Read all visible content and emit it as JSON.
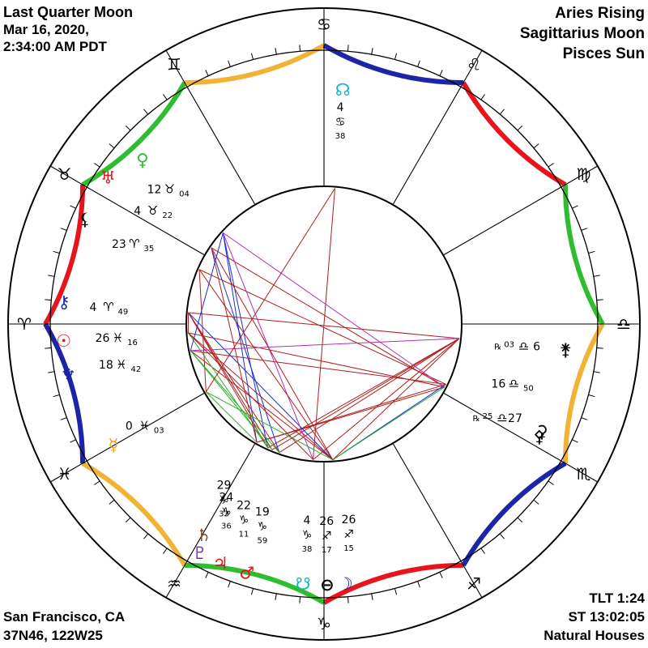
{
  "header": {
    "phase": "Last Quarter Moon",
    "date": "Mar 16, 2020,",
    "time": "2:34:00 AM PDT",
    "rising": "Aries Rising",
    "moon": "Sagittarius Moon",
    "sun": "Pisces Sun"
  },
  "footer": {
    "city": "San Francisco, CA",
    "coords": "37N46, 122W25",
    "tlt": "TLT 1:24",
    "st": "ST 13:02:05",
    "houses": "Natural Houses"
  },
  "colors": {
    "fire": "#e8141c",
    "earth": "#2ebd2e",
    "air": "#f2b233",
    "water": "#1c24a8",
    "aspect_hard": "#b01e1e",
    "aspect_soft_blue": "#1a2fd6",
    "aspect_soft_green": "#2ab02a",
    "aspect_minor": "#b030b0"
  },
  "signs": [
    {
      "name": "aries",
      "glyph": "♈",
      "element": "fire"
    },
    {
      "name": "taurus",
      "glyph": "♉",
      "element": "earth"
    },
    {
      "name": "gemini",
      "glyph": "♊",
      "element": "air"
    },
    {
      "name": "cancer",
      "glyph": "♋",
      "element": "water"
    },
    {
      "name": "leo",
      "glyph": "♌",
      "element": "fire"
    },
    {
      "name": "virgo",
      "glyph": "♍",
      "element": "earth"
    },
    {
      "name": "libra",
      "glyph": "♎",
      "element": "air"
    },
    {
      "name": "scorpio",
      "glyph": "♏",
      "element": "water"
    },
    {
      "name": "sagittarius",
      "glyph": "♐",
      "element": "fire"
    },
    {
      "name": "capricorn",
      "glyph": "♑",
      "element": "earth"
    },
    {
      "name": "aquarius",
      "glyph": "♒",
      "element": "air"
    },
    {
      "name": "pisces",
      "glyph": "♓",
      "element": "water"
    }
  ],
  "planets": [
    {
      "name": "pluto",
      "glyph": "♇",
      "color": "#7b2fb8",
      "lon": 294.4
    },
    {
      "name": "jupiter",
      "glyph": "♃",
      "color": "#e8141c",
      "lon": 292.4
    },
    {
      "name": "mars",
      "glyph": "♂",
      "color": "#e8141c",
      "lon": 289.2
    },
    {
      "name": "south-node",
      "glyph": "☋",
      "color": "#13b4c6",
      "lon": 274.6
    },
    {
      "name": "saturn",
      "glyph": "♄",
      "color": "#8a4a1a",
      "lon": 299.6
    },
    {
      "name": "part-of-fortune",
      "glyph": "⊖",
      "color": "#000000",
      "lon": 266.3
    },
    {
      "name": "moon",
      "glyph": "☽",
      "color": "#1c24a8",
      "lon": 266.3
    },
    {
      "name": "mercury",
      "glyph": "☿",
      "color": "#f2a21a",
      "lon": 330.1
    },
    {
      "name": "neptune",
      "glyph": "♆",
      "color": "#1c24a8",
      "lon": 348.7
    },
    {
      "name": "sun",
      "glyph": "☉",
      "color": "#e8141c",
      "lon": 356.3
    },
    {
      "name": "chiron",
      "glyph": "⚷",
      "color": "#1c24a8",
      "lon": 4.8
    },
    {
      "name": "venus",
      "glyph": "♀",
      "color": "#2ebd2e",
      "lon": 42.1
    },
    {
      "name": "uranus",
      "glyph": "♅",
      "color": "#e8141c",
      "lon": 34.1
    },
    {
      "name": "lilith",
      "glyph": "⚸",
      "color": "#000000",
      "lon": 23.6
    },
    {
      "name": "north-node",
      "glyph": "☊",
      "color": "#13b4c6",
      "lon": 94.6
    },
    {
      "name": "ceres",
      "glyph": "⚳",
      "color": "#000000",
      "lon": 206.3
    },
    {
      "name": "pallas",
      "glyph": "⚴",
      "color": "#000000",
      "lon": 207.6
    },
    {
      "name": "juno",
      "glyph": "⚵",
      "color": "#000000",
      "lon": 186.1
    }
  ],
  "positions": [
    {
      "name": "pluto",
      "deg": "24",
      "sign": "♑",
      "min": "36",
      "lon": 294.4
    },
    {
      "name": "jupiter",
      "deg": "22",
      "sign": "♑",
      "min": "11",
      "lon": 292.2
    },
    {
      "name": "mars",
      "deg": "19",
      "sign": "♑",
      "min": "59",
      "lon": 289.9
    },
    {
      "name": "south-node",
      "deg": "4",
      "sign": "♑",
      "min": "38",
      "lon": 274.6
    },
    {
      "name": "saturn",
      "deg": "29",
      "sign": "♑",
      "min": "33",
      "lon": 299.6
    },
    {
      "name": "part-of-fortune",
      "deg": "26",
      "sign": "♐",
      "min": "17",
      "lon": 266.3
    },
    {
      "name": "moon",
      "deg": "26",
      "sign": "♐",
      "min": "15",
      "lon": 266.3
    },
    {
      "name": "mercury",
      "deg": "0",
      "sign": "♓",
      "min": "03",
      "lon": 330.1
    },
    {
      "name": "neptune",
      "deg": "18",
      "sign": "♓",
      "min": "42",
      "lon": 348.7
    },
    {
      "name": "sun",
      "deg": "26",
      "sign": "♓",
      "min": "16",
      "lon": 356.3
    },
    {
      "name": "chiron",
      "deg": "4",
      "sign": "♈",
      "min": "49",
      "lon": 4.8
    },
    {
      "name": "lilith",
      "deg": "23",
      "sign": "♈",
      "min": "35",
      "lon": 23.6
    },
    {
      "name": "uranus",
      "deg": "4",
      "sign": "♉",
      "min": "22",
      "lon": 34.4
    },
    {
      "name": "venus",
      "deg": "12",
      "sign": "♉",
      "min": "04",
      "lon": 42.1
    },
    {
      "name": "north-node",
      "deg": "4",
      "sign": "♋",
      "min": "38",
      "lon": 94.6
    },
    {
      "name": "ceres",
      "deg": "27",
      "sign": "♎",
      "min": "25",
      "rx": true,
      "lon": 207.4
    },
    {
      "name": "pallas",
      "deg": "16",
      "sign": "♎",
      "min": "50",
      "lon": 196.8
    },
    {
      "name": "juno",
      "deg": "6",
      "sign": "♎",
      "min": "03",
      "rx": true,
      "lon": 186.1
    }
  ],
  "aspects": [
    {
      "a": 294.4,
      "b": 4.8,
      "type": "aspect_hard"
    },
    {
      "a": 292.4,
      "b": 4.8,
      "type": "aspect_hard"
    },
    {
      "a": 289.2,
      "b": 4.8,
      "type": "aspect_hard"
    },
    {
      "a": 294.4,
      "b": 186.1,
      "type": "aspect_hard"
    },
    {
      "a": 292.4,
      "b": 186.1,
      "type": "aspect_hard"
    },
    {
      "a": 289.2,
      "b": 186.1,
      "type": "aspect_hard"
    },
    {
      "a": 299.6,
      "b": 207.6,
      "type": "aspect_hard"
    },
    {
      "a": 299.6,
      "b": 206.3,
      "type": "aspect_hard"
    },
    {
      "a": 266.3,
      "b": 356.3,
      "type": "aspect_hard"
    },
    {
      "a": 266.3,
      "b": 348.7,
      "type": "aspect_hard"
    },
    {
      "a": 266.3,
      "b": 186.1,
      "type": "aspect_hard"
    },
    {
      "a": 330.1,
      "b": 23.6,
      "type": "aspect_hard"
    },
    {
      "a": 274.6,
      "b": 94.6,
      "type": "aspect_hard"
    },
    {
      "a": 274.6,
      "b": 186.1,
      "type": "aspect_hard"
    },
    {
      "a": 294.4,
      "b": 42.1,
      "type": "aspect_soft_blue"
    },
    {
      "a": 289.2,
      "b": 34.1,
      "type": "aspect_soft_blue"
    },
    {
      "a": 266.3,
      "b": 206.3,
      "type": "aspect_soft_blue"
    },
    {
      "a": 266.3,
      "b": 4.8,
      "type": "aspect_soft_blue"
    },
    {
      "a": 299.6,
      "b": 42.1,
      "type": "aspect_soft_blue"
    },
    {
      "a": 266.3,
      "b": 330.1,
      "type": "aspect_soft_green"
    },
    {
      "a": 292.4,
      "b": 348.7,
      "type": "aspect_soft_green"
    },
    {
      "a": 294.4,
      "b": 356.3,
      "type": "aspect_soft_green"
    },
    {
      "a": 289.2,
      "b": 348.7,
      "type": "aspect_soft_green"
    },
    {
      "a": 266.3,
      "b": 207.6,
      "type": "aspect_soft_green"
    },
    {
      "a": 299.6,
      "b": 330.1,
      "type": "aspect_soft_green"
    },
    {
      "a": 206.3,
      "b": 348.7,
      "type": "aspect_hard"
    },
    {
      "a": 207.6,
      "b": 356.3,
      "type": "aspect_hard"
    },
    {
      "a": 186.1,
      "b": 4.8,
      "type": "aspect_hard"
    },
    {
      "a": 206.3,
      "b": 23.6,
      "type": "aspect_hard"
    },
    {
      "a": 207.6,
      "b": 34.1,
      "type": "aspect_hard"
    },
    {
      "a": 186.1,
      "b": 348.7,
      "type": "aspect_minor"
    },
    {
      "a": 207.6,
      "b": 42.1,
      "type": "aspect_minor"
    },
    {
      "a": 274.6,
      "b": 42.1,
      "type": "aspect_minor"
    },
    {
      "a": 299.6,
      "b": 34.1,
      "type": "aspect_hard"
    },
    {
      "a": 330.1,
      "b": 94.6,
      "type": "aspect_hard"
    },
    {
      "a": 274.6,
      "b": 356.3,
      "type": "aspect_hard"
    },
    {
      "a": 356.3,
      "b": 4.8,
      "type": "aspect_hard"
    },
    {
      "a": 348.7,
      "b": 42.1,
      "type": "aspect_soft_blue"
    },
    {
      "a": 23.6,
      "b": 266.3,
      "type": "aspect_hard"
    },
    {
      "a": 34.1,
      "b": 266.3,
      "type": "aspect_hard"
    }
  ]
}
